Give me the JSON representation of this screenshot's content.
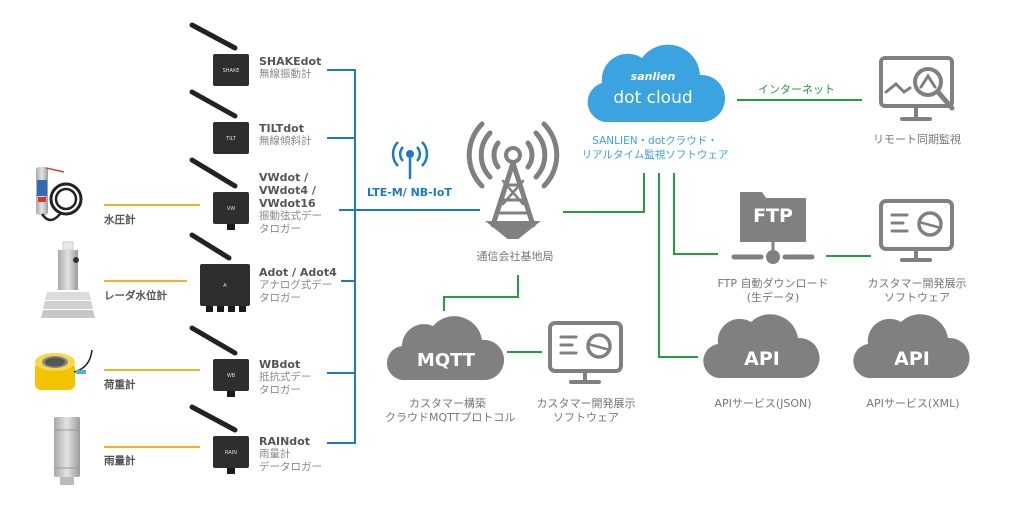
{
  "colors": {
    "device_link": "#1b7ac7",
    "sensor_link": "#f5b324",
    "cloud_link": "#22a03c",
    "icon_gray": "#808080",
    "cloud_blue": "#3aa3e0"
  },
  "sensors": [
    {
      "label": "水圧計",
      "icon": "water-pressure-gauge-icon"
    },
    {
      "label": "レーダ水位計",
      "icon": "radar-water-level-icon"
    },
    {
      "label": "荷重計",
      "icon": "load-cell-icon"
    },
    {
      "label": "雨量計",
      "icon": "rain-gauge-icon"
    }
  ],
  "devices": [
    {
      "name": "SHAKEdot",
      "desc": [
        "無線振動計"
      ],
      "badge": "SHAKE"
    },
    {
      "name": "TILTdot",
      "desc": [
        "無線傾斜計"
      ],
      "badge": "TILT"
    },
    {
      "name": "VWdot /",
      "name2": "VWdot4 /",
      "name3": "VWdot16",
      "desc": [
        "振動弦式デー",
        "タロガー"
      ],
      "badge": "VW"
    },
    {
      "name": "Adot / Adot4",
      "desc": [
        "アナログ式デー",
        "タロガー"
      ],
      "badge": "A"
    },
    {
      "name": "WBdot",
      "desc": [
        "抵抗式デー",
        "タロガー"
      ],
      "badge": "WB"
    },
    {
      "name": "RAINdot",
      "desc": [
        "雨量計",
        "データロガー"
      ],
      "badge": "RAIN"
    }
  ],
  "network": {
    "wireless_label": "LTE-M/ NB-IoT",
    "tower_label": "通信会社基地局"
  },
  "cloud": {
    "brand": "sanlien",
    "title": "dot cloud",
    "caption_line1": "SANLIEN・dotクラウド・",
    "caption_line2": "リアルタイム監視ソフトウェア"
  },
  "internet": {
    "label": "インターネット",
    "remote_label": "リモート同期監視"
  },
  "ftp": {
    "icon_text": "FTP",
    "label_line1": "FTP 自動ダウンロード",
    "label_line2": "(生データ)",
    "software_line1": "カスタマー開発展示",
    "software_line2": "ソフトウェア"
  },
  "mqtt": {
    "icon_text": "MQTT",
    "label_line1": "カスタマー構築",
    "label_line2": "クラウドMQTTプロトコル",
    "software_line1": "カスタマー開発展示",
    "software_line2": "ソフトウェア"
  },
  "api": [
    {
      "icon_text": "API",
      "label": "APIサービス(JSON)"
    },
    {
      "icon_text": "API",
      "label": "APIサービス(XML)"
    }
  ]
}
